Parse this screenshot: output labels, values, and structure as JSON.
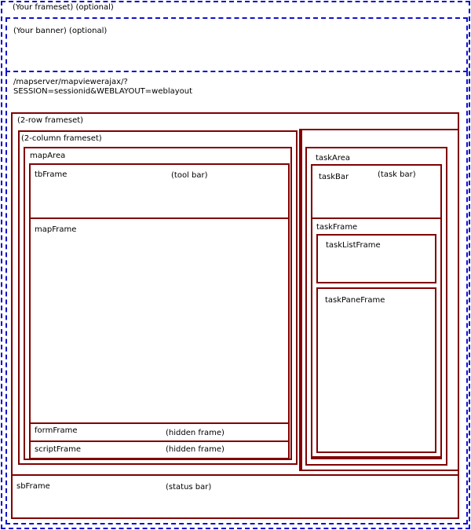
{
  "frameset": {
    "label": "(Your frameset) (optional)"
  },
  "banner": {
    "label": "(Your banner) (optional)"
  },
  "url": {
    "line1": "/mapserver/mapviewerajax/?",
    "line2": "SESSION=sessionid&WEBLAYOUT=weblayout"
  },
  "row_frameset": {
    "label": "(2-row frameset)"
  },
  "column_frameset": {
    "label": "(2-column frameset)"
  },
  "map_area": {
    "label": "mapArea",
    "tb_frame": {
      "label": "tbFrame",
      "note": "(tool bar)"
    },
    "map_frame": {
      "label": "mapFrame"
    },
    "form_frame": {
      "label": "formFrame",
      "note": "(hidden frame)"
    },
    "script_frame": {
      "label": "scriptFrame",
      "note": "(hidden frame)"
    }
  },
  "task_area": {
    "label": "taskArea",
    "task_bar": {
      "label": "taskBar",
      "note": "(task bar)"
    },
    "task_frame": {
      "label": "taskFrame"
    },
    "task_list_frame": {
      "label": "taskListFrame"
    },
    "task_pane_frame": {
      "label": "taskPaneFrame"
    }
  },
  "sb_frame": {
    "label": "sbFrame",
    "note": "(status bar)"
  },
  "colors": {
    "frame_border": "#800000",
    "dashed_border": "#1010cc"
  }
}
